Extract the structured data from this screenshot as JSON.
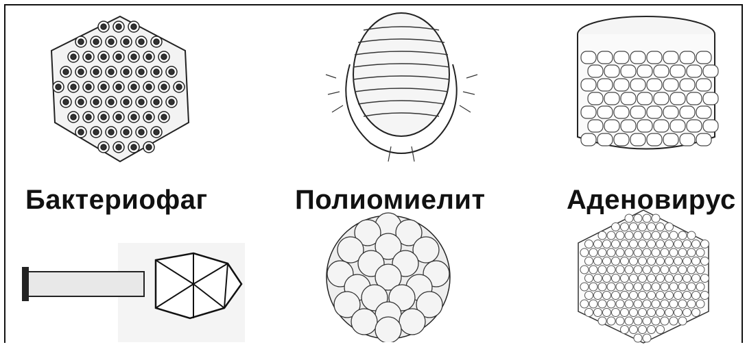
{
  "labels": {
    "bacteriophage": "Бактериофаг",
    "poliomyelitis": "Полиомиелит",
    "adenovirus": "Аденовирус"
  }
}
